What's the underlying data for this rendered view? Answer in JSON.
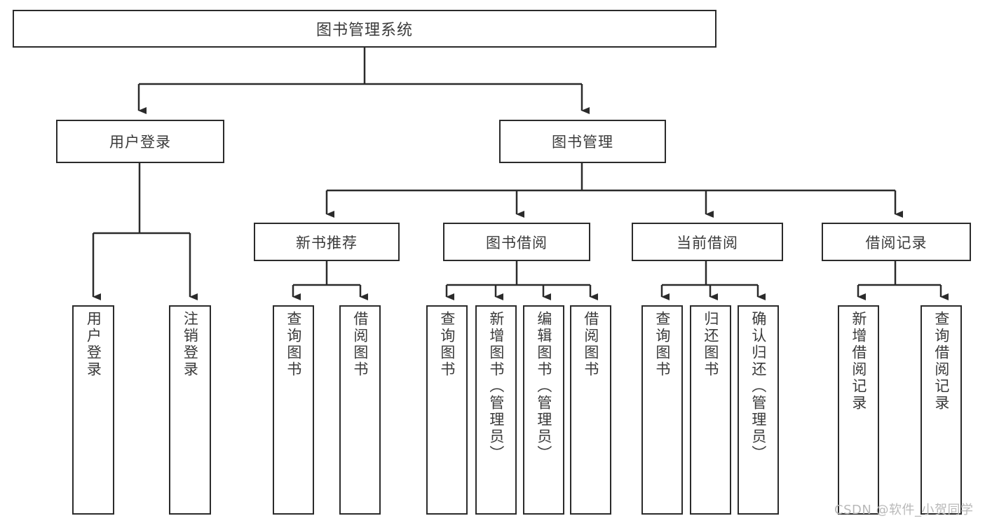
{
  "diagram": {
    "title": "图书管理系统",
    "type": "tree",
    "style": {
      "box_border_color": "#2b2b2b",
      "box_fill_color": "#ffffff",
      "text_color": "#3a3a3a",
      "connector_color": "#2b2b2b",
      "background": "#ffffff"
    },
    "root": {
      "label": "图书管理系统"
    },
    "level2": [
      {
        "label": "用户登录"
      },
      {
        "label": "图书管理"
      }
    ],
    "level3": [
      {
        "label": "新书推荐"
      },
      {
        "label": "图书借阅"
      },
      {
        "label": "当前借阅"
      },
      {
        "label": "借阅记录"
      }
    ],
    "leaves": {
      "user_login": [
        {
          "label": "用户登录"
        },
        {
          "label": "注销登录"
        }
      ],
      "new_book_recommend": [
        {
          "label": "查询图书"
        },
        {
          "label": "借阅图书"
        }
      ],
      "book_borrow": [
        {
          "label": "查询图书"
        },
        {
          "label": "新增图书（管理员）"
        },
        {
          "label": "编辑图书（管理员）"
        },
        {
          "label": "借阅图书"
        }
      ],
      "current_borrow": [
        {
          "label": "查询图书"
        },
        {
          "label": "归还图书"
        },
        {
          "label": "确认归还（管理员）"
        }
      ],
      "borrow_record": [
        {
          "label": "新增借阅记录"
        },
        {
          "label": "查询借阅记录"
        }
      ]
    }
  },
  "watermark": {
    "text": "CSDN @软件_小贺同学"
  }
}
